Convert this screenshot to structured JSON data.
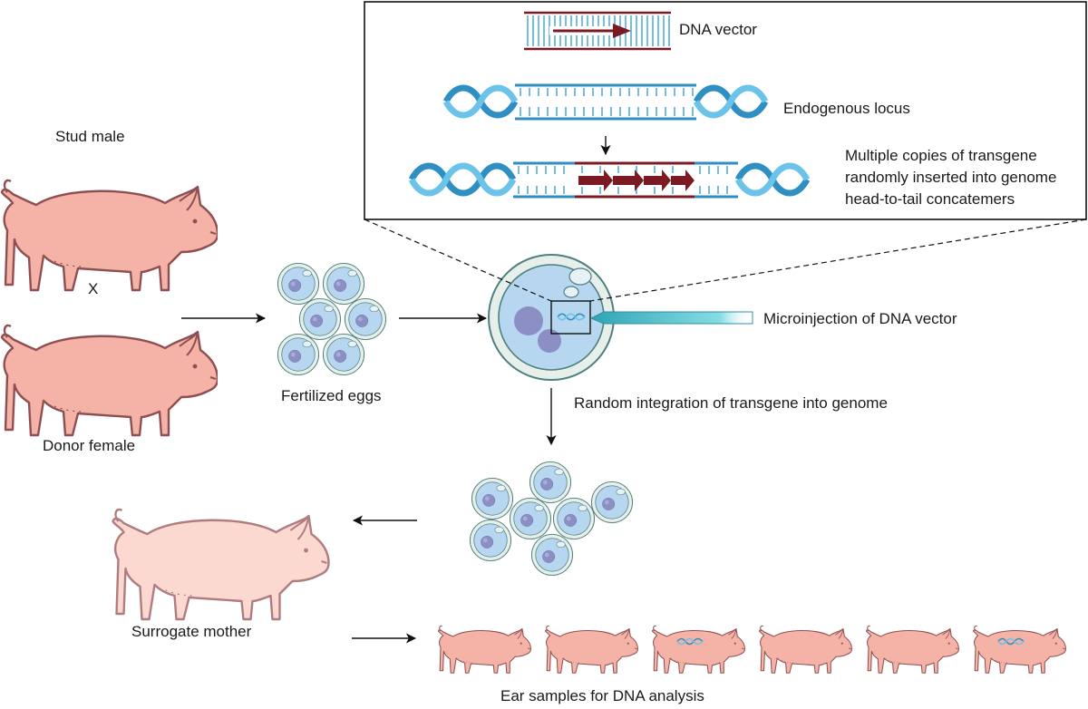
{
  "labels": {
    "stud_male": "Stud male",
    "cross": "X",
    "donor_female": "Donor female",
    "fertilized_eggs": "Fertilized eggs",
    "microinjection": "Microinjection of DNA vector",
    "random_integration": "Random integration of transgene into genome",
    "surrogate_mother": "Surrogate mother",
    "ear_samples": "Ear samples for DNA analysis"
  },
  "inset": {
    "dna_vector": "DNA vector",
    "endogenous_locus": "Endogenous locus",
    "transgene_lines": [
      "Multiple copies of transgene",
      "randomly inserted into genome",
      "head-to-tail concatemers"
    ]
  },
  "offspring": {
    "pattern": [
      false,
      false,
      true,
      false,
      false,
      true
    ]
  },
  "colors": {
    "pig_dark": "#f4b3a6",
    "pig_light": "#fbd9d1",
    "pig_outline": "#8e4f53",
    "egg_fill": "#b6d7ef",
    "egg_rim": "#dde9e3",
    "egg_outline": "#4f7f80",
    "nucleus": "#8b8fc4",
    "dna_blue": "#3aa2d3",
    "vector_red": "#7c1a24",
    "needle": "#3fb7c4"
  },
  "icons": {
    "pig": "pig-icon",
    "egg": "fertilized-egg-icon",
    "dna": "dna-helix-icon"
  }
}
